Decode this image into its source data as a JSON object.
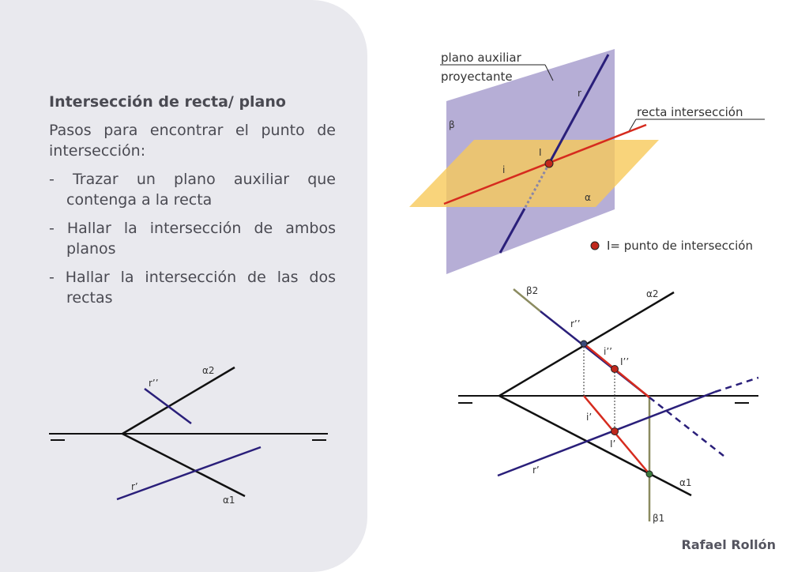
{
  "heading": "Intersección de recta/ plano",
  "intro": "Pasos para encontrar el punto de intersección:",
  "steps": [
    "- Trazar un plano auxiliar que contenga a la recta",
    "- Hallar la intersección de ambos planos",
    "- Hallar la intersección de las dos rectas"
  ],
  "author": "Rafael Rollón",
  "small_diagram": {
    "alpha2": "α2",
    "alpha1": "α1",
    "r2": "r’’",
    "r1": "r’"
  },
  "iso_diagram": {
    "aux_plane_label_1": "plano auxiliar",
    "aux_plane_label_2": "proyectante",
    "intersection_line_label": "recta intersección",
    "beta": "β",
    "alpha": "α",
    "r": "r",
    "I": "I",
    "i": "i",
    "legend": "I= punto de intersección",
    "colors": {
      "vertical_plane": "#b6aed6",
      "horizontal_plane": "#f7c95a",
      "line_r": "#2a1f7a",
      "line_i": "#d62b1e",
      "point": "#c0281c"
    }
  },
  "ortho_diagram": {
    "beta2": "β2",
    "alpha2": "α2",
    "r2": "r’’",
    "i2": "i’’",
    "I2": "I’’",
    "i1": "i’",
    "I1": "I’",
    "r1": "r’",
    "alpha1": "α1",
    "beta1": "β1"
  }
}
